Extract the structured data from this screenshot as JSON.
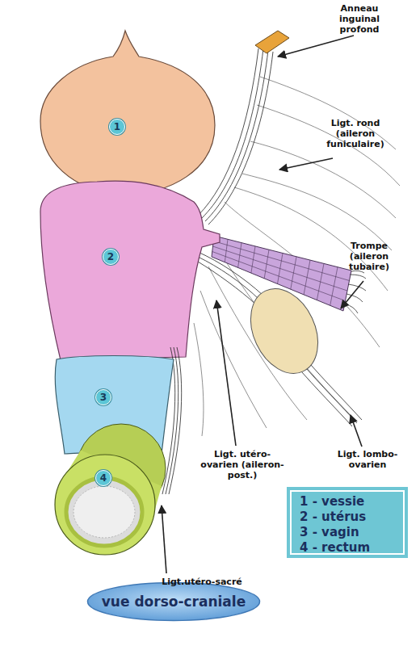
{
  "diagram": {
    "nodes": [
      {
        "text": [
          "1"
        ]
      },
      {
        "text": [
          "2"
        ]
      },
      {
        "text": [
          "3"
        ]
      },
      {
        "text": [
          "4"
        ]
      },
      {
        "text": [
          "1 - vessie",
          "2 - utérus",
          "3 - vagin",
          "4 - rectum"
        ]
      },
      {
        "text": [
          "vue dorso-craniale"
        ]
      }
    ],
    "labels": [
      "Anneau inguinal profond",
      "Ligt. rond (aileron funiculaire)",
      "Trompe (aileron tubaire)",
      "Ligt. lombo-ovarien",
      "Ligt. utéro-ovarien (aileron-post.)",
      "Ligt.utéro-sacré"
    ]
  }
}
